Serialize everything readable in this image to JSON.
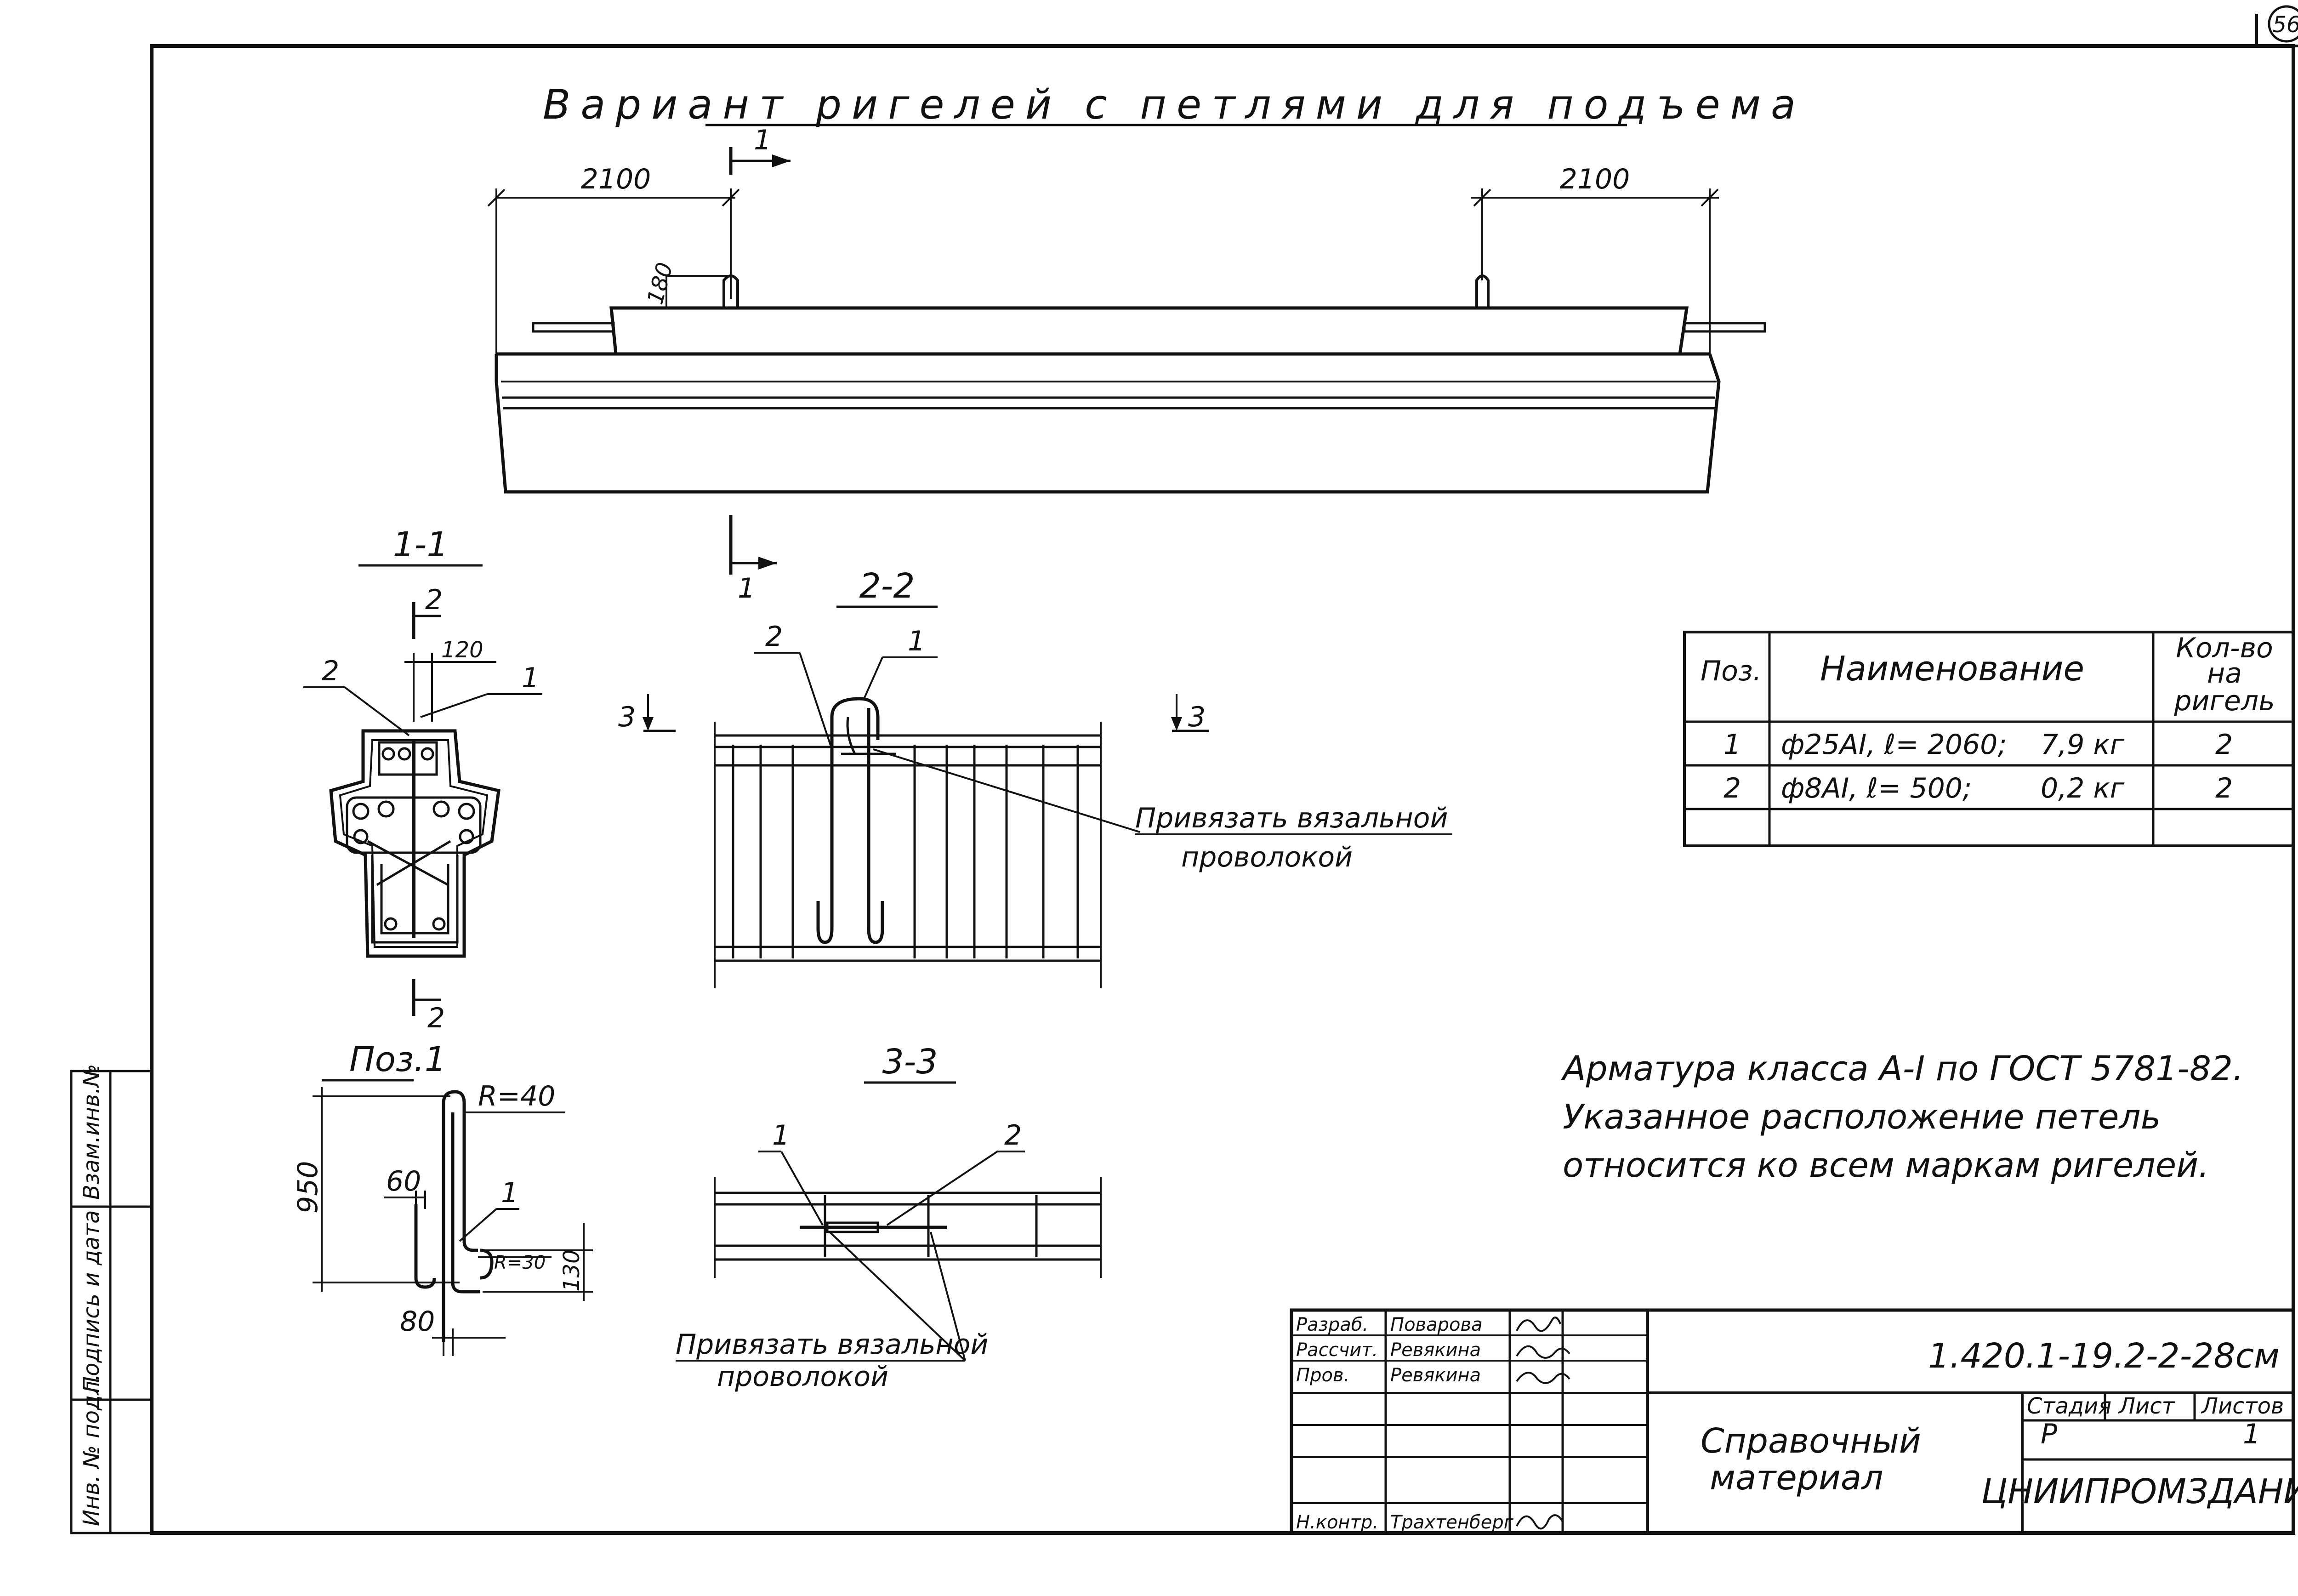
{
  "sheet_number": "56",
  "title": "Вариант ригелей с петлями для подъема",
  "elevation": {
    "dim_left": "2100",
    "dim_right": "2100",
    "dim_loop_height": "180",
    "section_mark": "1"
  },
  "sections": {
    "s11": {
      "title": "1-1",
      "cut_mark": "2",
      "dim_120": "120",
      "pos2": "2",
      "pos1": "1"
    },
    "s22": {
      "title": "2-2",
      "pos2": "2",
      "pos1": "1",
      "cut_mark": "3",
      "note_line1": "Привязать вязальной",
      "note_line2": "проволокой"
    },
    "s33": {
      "title": "3-3",
      "pos1": "1",
      "pos2": "2",
      "note_line1": "Привязать вязальной",
      "note_line2": "проволокой"
    },
    "pos1": {
      "title": "Поз.1",
      "radius": "R=40",
      "dim_950": "950",
      "dim_60": "60",
      "pos": "1",
      "radius_small": "R=30",
      "dim_130": "130",
      "dim_80": "80"
    }
  },
  "spec_table": {
    "headers": {
      "pos": "Поз.",
      "name": "Наименование",
      "qty_line1": "Кол-во",
      "qty_line2": "на",
      "qty_line3": "ригель"
    },
    "rows": [
      {
        "pos": "1",
        "name": "ф25АI, ℓ= 2060;",
        "mass": "7,9 кг",
        "qty": "2"
      },
      {
        "pos": "2",
        "name": "ф8АI, ℓ= 500;",
        "mass": "0,2 кг",
        "qty": "2"
      }
    ]
  },
  "notes": [
    "Арматура класса А-I по ГОСТ 5781-82.",
    "Указанное расположение петель",
    "относится ко всем маркам ригелей."
  ],
  "side_stamp": {
    "cells": [
      "Инв. № подл.",
      "Подпись и дата",
      "Взам.инв.№"
    ]
  },
  "title_block": {
    "designation": "1.420.1-19.2-2-28см",
    "roles": [
      {
        "role": "Разраб.",
        "name": "Поварова"
      },
      {
        "role": "Рассчит.",
        "name": "Ревякина"
      },
      {
        "role": "Пров.",
        "name": "Ревякина"
      },
      {
        "role": "",
        "name": ""
      },
      {
        "role": "",
        "name": ""
      },
      {
        "role": "",
        "name": ""
      },
      {
        "role": "Н.контр.",
        "name": "Трахтенберг"
      }
    ],
    "doc_title_line1": "Справочный",
    "doc_title_line2": "материал",
    "stage_label": "Стадия",
    "sheet_label": "Лист",
    "sheets_label": "Листов",
    "stage": "Р",
    "sheets_total": "1",
    "organization": "ЦНИИПРОМЗДАНИЙ"
  }
}
